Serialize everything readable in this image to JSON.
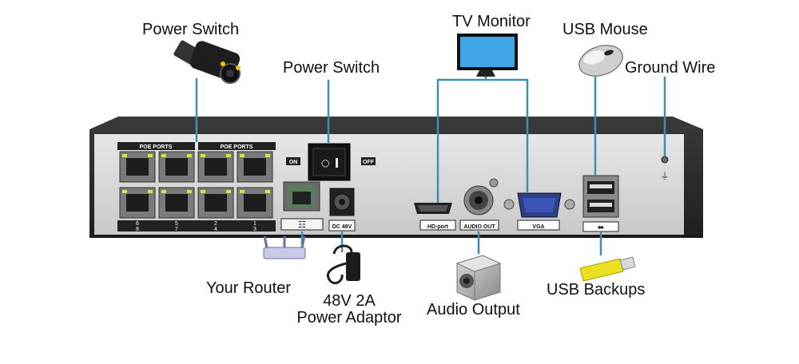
{
  "labels": {
    "power_switch_camera": "Power Switch",
    "tv_monitor": "TV Monitor",
    "usb_mouse": "USB Mouse",
    "power_switch": "Power Switch",
    "ground_wire": "Ground Wire",
    "your_router": "Your Router",
    "adaptor_line1": "48V 2A",
    "adaptor_line2": "Power Adaptor",
    "audio_output": "Audio Output",
    "usb_backups": "USB Backups"
  },
  "panel": {
    "poe_ports_left": "POE PORTS",
    "poe_ports_right": "POE PORTS",
    "port_numbers_top": [
      "6",
      "5",
      "2",
      "1"
    ],
    "port_numbers_bottom": [
      "8",
      "7",
      "4",
      "3"
    ],
    "on": "ON",
    "off": "OFF",
    "dc_label": "DC 48V",
    "hd_port": "HD-port",
    "audio_out": "AUDIO OUT",
    "vga": "VGA"
  },
  "colors": {
    "connector_line": "#3d8fb0",
    "chassis_dark": "#2f2f2f",
    "panel_light": "#dcdcdc",
    "usb_stick": "#e8e020"
  }
}
